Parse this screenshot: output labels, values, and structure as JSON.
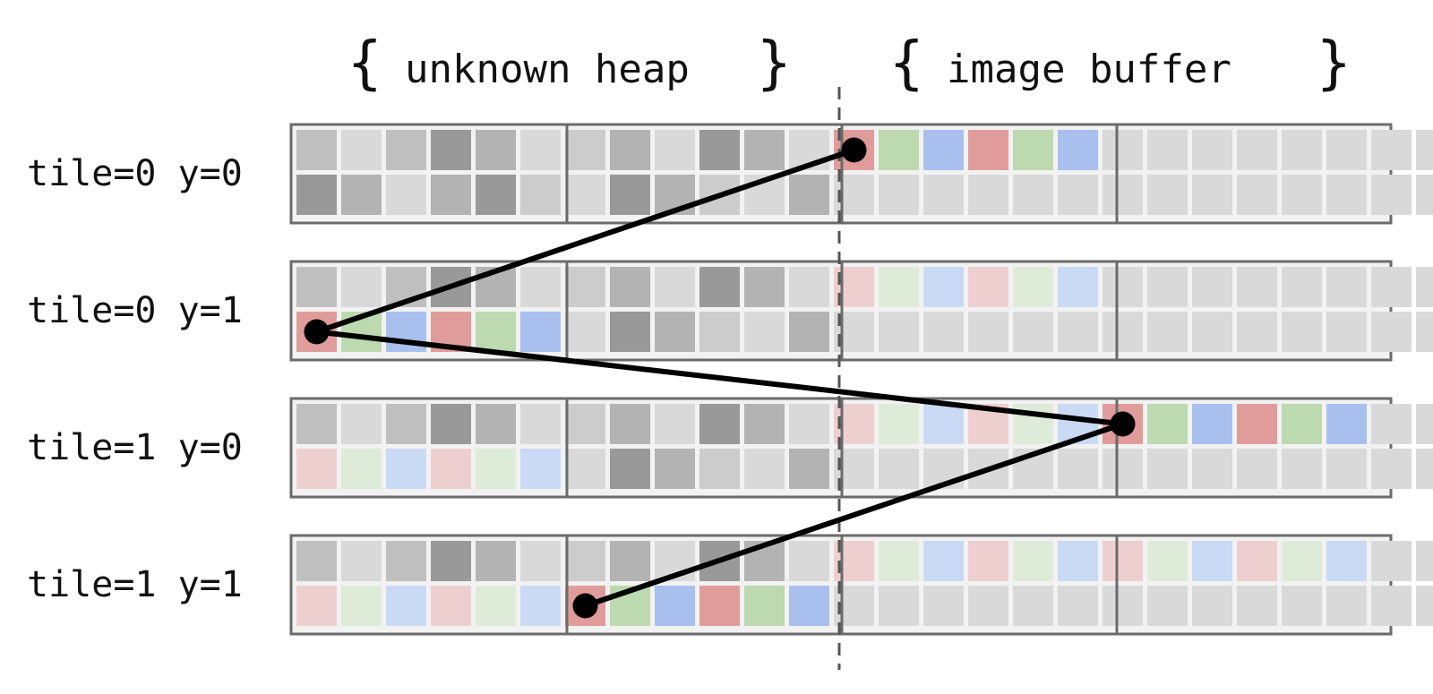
{
  "header": {
    "left_label": "unknown heap",
    "right_label": "image buffer"
  },
  "rows": [
    {
      "label": "tile=0 y=0",
      "cells": [
        [
          "g3",
          "g1",
          "g3",
          "g5",
          "g4",
          "g1",
          "g2",
          "g4",
          "g1",
          "g5",
          "g4",
          "g1",
          "r",
          "g",
          "b",
          "r",
          "g",
          "b",
          "g1",
          "g1",
          "g1",
          "g1",
          "g1",
          "g1",
          "g1",
          "g1",
          "g1",
          "g1",
          "g1",
          "g1"
        ],
        [
          "g5",
          "g4",
          "g1",
          "g4",
          "g5",
          "g2",
          "g1",
          "g5",
          "g4",
          "g2",
          "g1",
          "g4",
          "g1",
          "g1",
          "g1",
          "g1",
          "g1",
          "g1",
          "g1",
          "g1",
          "g1",
          "g1",
          "g1",
          "g1",
          "g1",
          "g1",
          "g1",
          "g1",
          "g1",
          "g1"
        ]
      ]
    },
    {
      "label": "tile=0 y=1",
      "cells": [
        [
          "g3",
          "g1",
          "g3",
          "g5",
          "g4",
          "g1",
          "g2",
          "g4",
          "g1",
          "g5",
          "g4",
          "g1",
          "lr",
          "lg",
          "lb",
          "lr",
          "lg",
          "lb",
          "g1",
          "g1",
          "g1",
          "g1",
          "g1",
          "g1",
          "g1",
          "g1",
          "g1",
          "g1",
          "g1",
          "g1"
        ],
        [
          "r",
          "g",
          "b",
          "r",
          "g",
          "b",
          "g1",
          "g5",
          "g4",
          "g2",
          "g1",
          "g4",
          "g1",
          "g1",
          "g1",
          "g1",
          "g1",
          "g1",
          "g1",
          "g1",
          "g1",
          "g1",
          "g1",
          "g1",
          "g1",
          "g1",
          "g1",
          "g1",
          "g1",
          "g1"
        ]
      ]
    },
    {
      "label": "tile=1 y=0",
      "cells": [
        [
          "g3",
          "g1",
          "g3",
          "g5",
          "g4",
          "g1",
          "g2",
          "g4",
          "g1",
          "g5",
          "g4",
          "g1",
          "lr",
          "lg",
          "lb",
          "lr",
          "lg",
          "lb",
          "r",
          "g",
          "b",
          "r",
          "g",
          "b",
          "g1",
          "g1",
          "g1",
          "g1",
          "g1",
          "g1"
        ],
        [
          "lr",
          "lg",
          "lb",
          "lr",
          "lg",
          "lb",
          "g1",
          "g5",
          "g4",
          "g2",
          "g1",
          "g4",
          "g1",
          "g1",
          "g1",
          "g1",
          "g1",
          "g1",
          "g1",
          "g1",
          "g1",
          "g1",
          "g1",
          "g1",
          "g1",
          "g1",
          "g1",
          "g1",
          "g1",
          "g1"
        ]
      ]
    },
    {
      "label": "tile=1 y=1",
      "cells": [
        [
          "g3",
          "g1",
          "g3",
          "g5",
          "g4",
          "g1",
          "g2",
          "g4",
          "g1",
          "g5",
          "g4",
          "g1",
          "lr",
          "lg",
          "lb",
          "lr",
          "lg",
          "lb",
          "lr",
          "lg",
          "lb",
          "lr",
          "lg",
          "lb",
          "g1",
          "g1",
          "g1",
          "g1",
          "g1",
          "g1"
        ],
        [
          "lr",
          "lg",
          "lb",
          "lr",
          "lg",
          "lb",
          "r",
          "g",
          "b",
          "r",
          "g",
          "b",
          "g1",
          "g1",
          "g1",
          "g1",
          "g1",
          "g1",
          "g1",
          "g1",
          "g1",
          "g1",
          "g1",
          "g1",
          "g1",
          "g1",
          "g1",
          "g1",
          "g1",
          "g1"
        ]
      ]
    }
  ],
  "path_points": [
    {
      "row": 0,
      "line": 0,
      "cell": 12
    },
    {
      "row": 1,
      "line": 1,
      "cell": 0
    },
    {
      "row": 2,
      "line": 0,
      "cell": 18
    },
    {
      "row": 3,
      "line": 1,
      "cell": 6
    }
  ],
  "colors": {
    "g1": "#d9d9d9",
    "g2": "#cccccc",
    "g3": "#bfbfbf",
    "g4": "#b3b3b3",
    "g5": "#999999",
    "r": "#e09c9a",
    "g": "#bcd9b0",
    "b": "#a9c0ee",
    "lr": "#eecfcf",
    "lg": "#dfebd9",
    "lb": "#cbdaf4",
    "grid_bg": "#f2f2f2",
    "border": "#6b6b6b",
    "line": "#000000"
  }
}
